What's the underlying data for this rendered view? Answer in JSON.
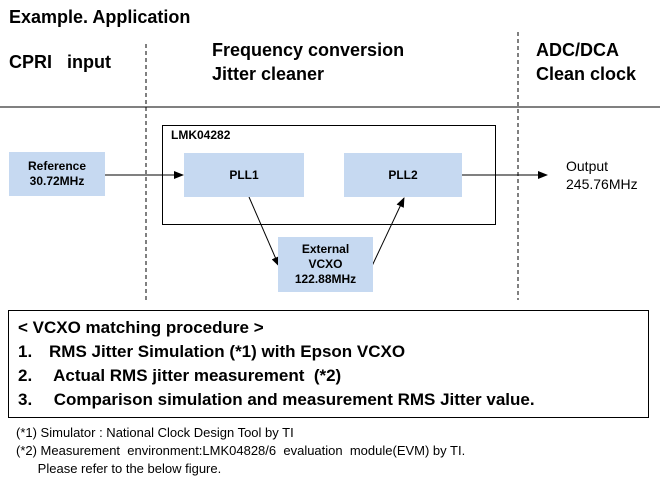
{
  "title": "Example. Application",
  "columns": {
    "cpri": "CPRI   input",
    "freq_line1": "Frequency conversion",
    "freq_line2": "Jitter cleaner",
    "adc_line1": "ADC/DCA",
    "adc_line2": "Clean clock"
  },
  "diagram": {
    "chip_label": "LMK04282",
    "reference_line1": "Reference",
    "reference_line2": "30.72MHz",
    "pll1": "PLL1",
    "pll2": "PLL2",
    "vcxo_line1": "External",
    "vcxo_line2": "VCXO",
    "vcxo_line3": "122.88MHz",
    "output_line1": "Output",
    "output_line2": "245.76MHz"
  },
  "procedure": {
    "heading": "< VCXO matching procedure >",
    "steps": [
      {
        "num": "1.",
        "text": "RMS Jitter Simulation  (*1) with Epson VCXO"
      },
      {
        "num": "2.",
        "text": " Actual RMS jitter measurement  (*2)"
      },
      {
        "num": "3.",
        "text": " Comparison simulation and measurement RMS Jitter value."
      }
    ]
  },
  "notes": {
    "note1": "(*1) Simulator : National Clock Design Tool by TI",
    "note2": "(*2) Measurement  environment:LMK04828/6  evaluation  module(EVM) by TI.",
    "note3": "      Please refer to the below figure."
  },
  "colors": {
    "block_fill": "#c6d9f1",
    "line": "#000000"
  }
}
